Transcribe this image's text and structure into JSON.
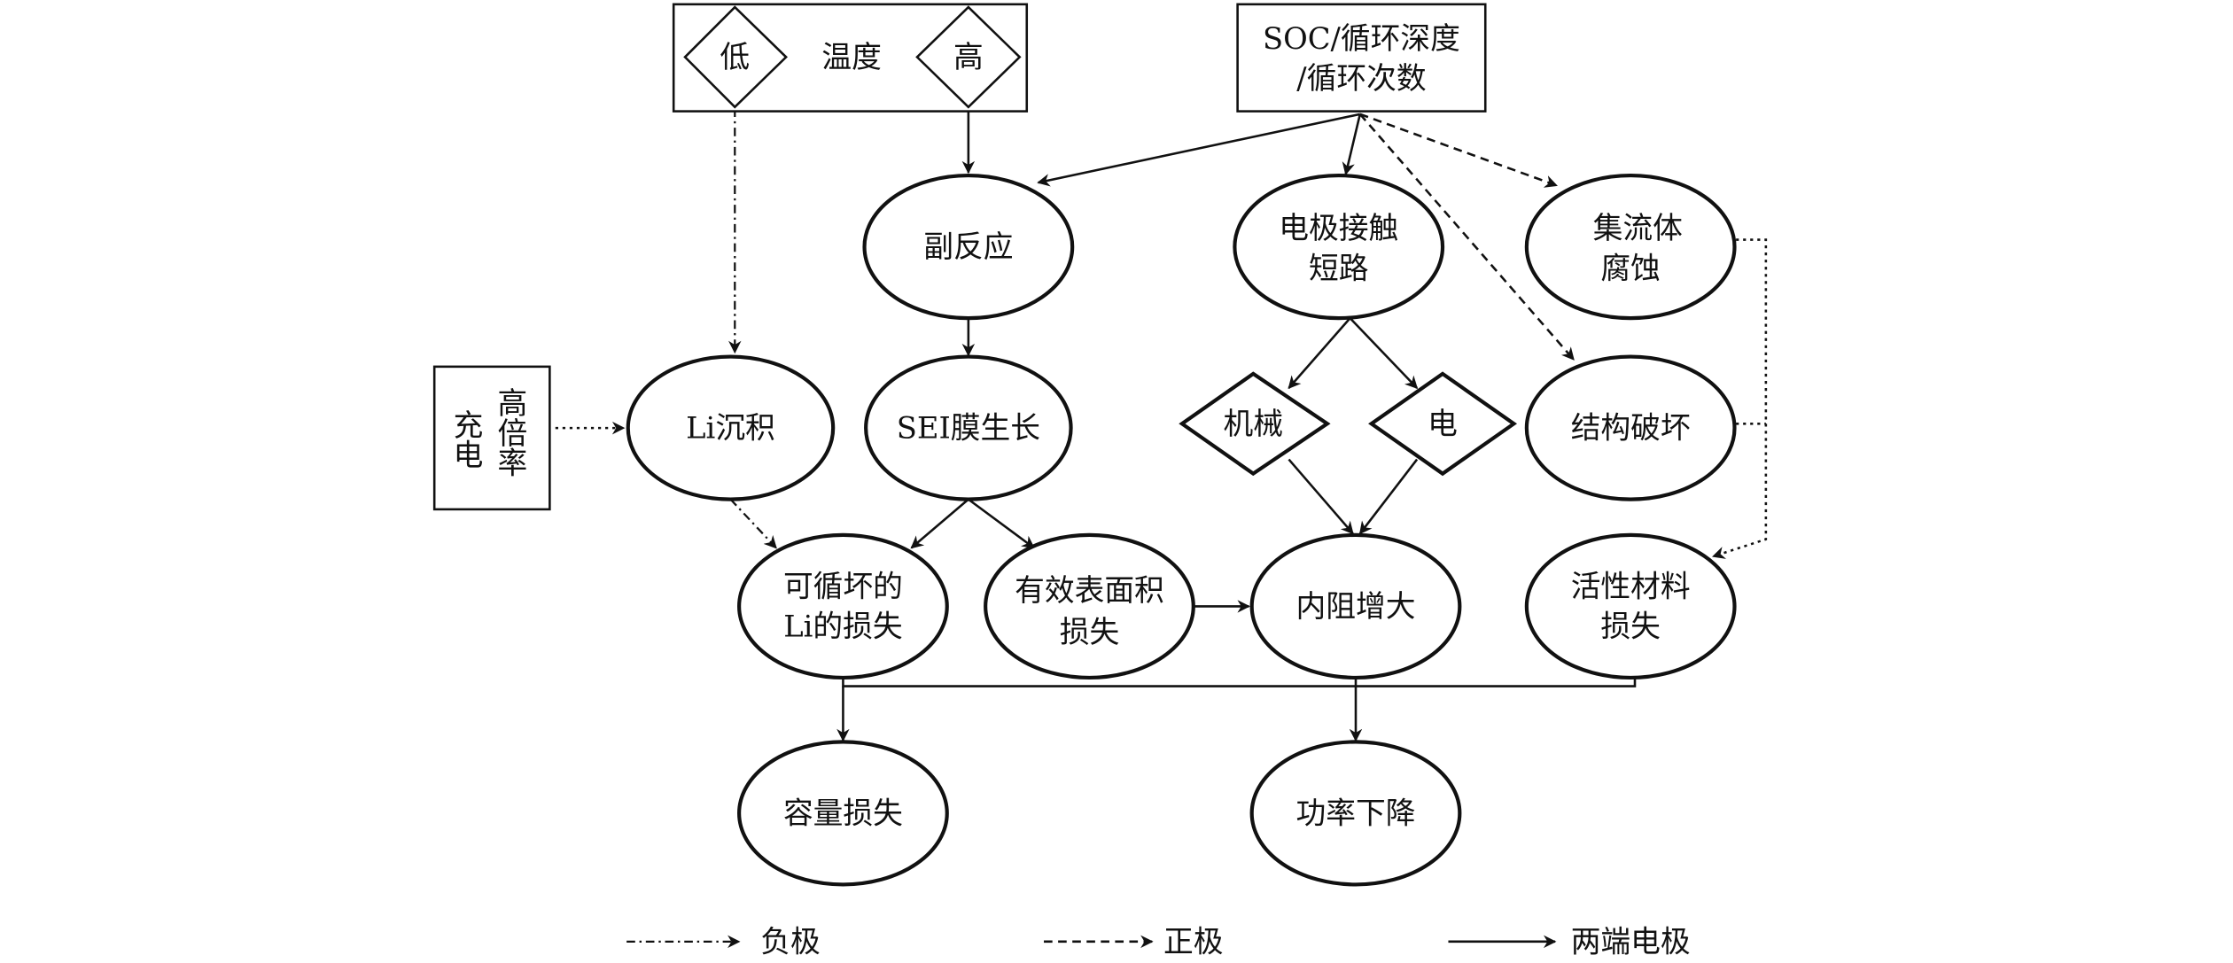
{
  "nodes": {
    "temperature": {
      "label": "温度",
      "low": "低",
      "high": "高"
    },
    "soc": {
      "line1": "SOC/循环深度",
      "line2": "/循环次数"
    },
    "high_rate": {
      "col1": "高倍率",
      "col2": "充电"
    },
    "side_reaction": {
      "label": "副反应"
    },
    "electrode_contact": {
      "line1": "电极接触",
      "line2": "短路"
    },
    "collector_corrosion": {
      "line1": "集流体",
      "line2": "腐蚀"
    },
    "li_deposition": {
      "label": "Li沉积"
    },
    "sei_growth": {
      "label": "SEI膜生长"
    },
    "mechanical": {
      "label": "机械"
    },
    "electrical": {
      "label": "电"
    },
    "structure_damage": {
      "label": "结构破坏"
    },
    "li_loss": {
      "line1": "可循坏的",
      "line2": "Li的损失"
    },
    "surface_loss": {
      "line1": "有效表面积",
      "line2": "损失"
    },
    "resistance_increase": {
      "label": "内阻增大"
    },
    "active_material_loss": {
      "line1": "活性材料",
      "line2": "损失"
    },
    "capacity_loss": {
      "label": "容量损失"
    },
    "power_decline": {
      "label": "功率下降"
    }
  },
  "legend": [
    {
      "style": "dash-dot",
      "label": "负极"
    },
    {
      "style": "dashed",
      "label": "正极"
    },
    {
      "style": "solid",
      "label": "两端电极"
    }
  ]
}
